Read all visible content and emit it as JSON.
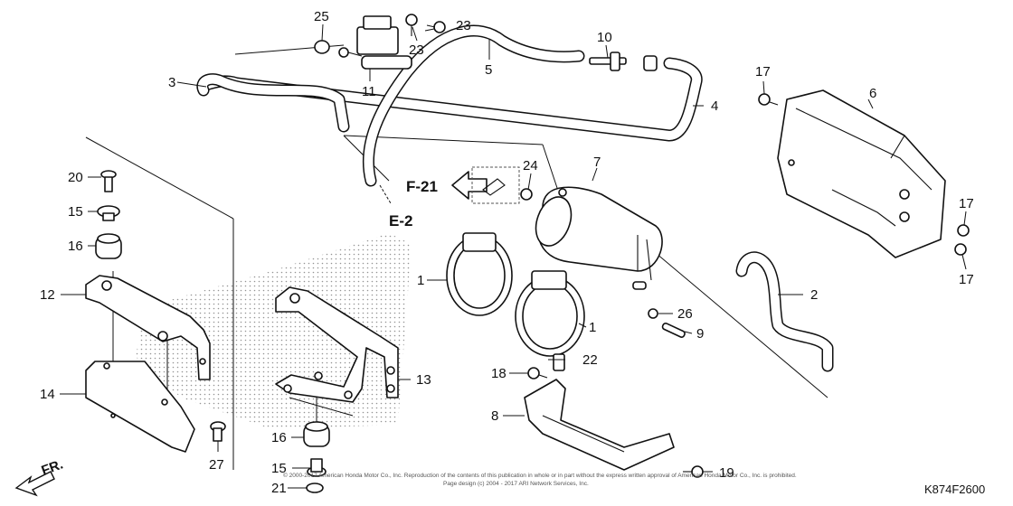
{
  "callouts": {
    "c1a": "1",
    "c1b": "1",
    "c2": "2",
    "c3": "3",
    "c4": "4",
    "c5": "5",
    "c6": "6",
    "c7": "7",
    "c8": "8",
    "c9": "9",
    "c10": "10",
    "c11": "11",
    "c12": "12",
    "c13": "13",
    "c14": "14",
    "c15a": "15",
    "c15b": "15",
    "c16a": "16",
    "c16b": "16",
    "c17a": "17",
    "c17b": "17",
    "c17c": "17",
    "c18": "18",
    "c19": "19",
    "c20": "20",
    "c21": "21",
    "c22": "22",
    "c23a": "23",
    "c23b": "23",
    "c24": "24",
    "c25": "25",
    "c26": "26",
    "c27": "27"
  },
  "references": {
    "f21": "F-21",
    "e2": "E-2",
    "front": "FR."
  },
  "footer": {
    "copyright": "© 2000-2017 American Honda Motor Co., Inc. Reproduction of the contents of this publication in whole or in part without the express written approval of American Honda Motor Co., Inc. is prohibited.",
    "page_design": "Page design (c) 2004 - 2017 ARI Network Services, Inc.",
    "diagram_code": "K874F2600"
  }
}
